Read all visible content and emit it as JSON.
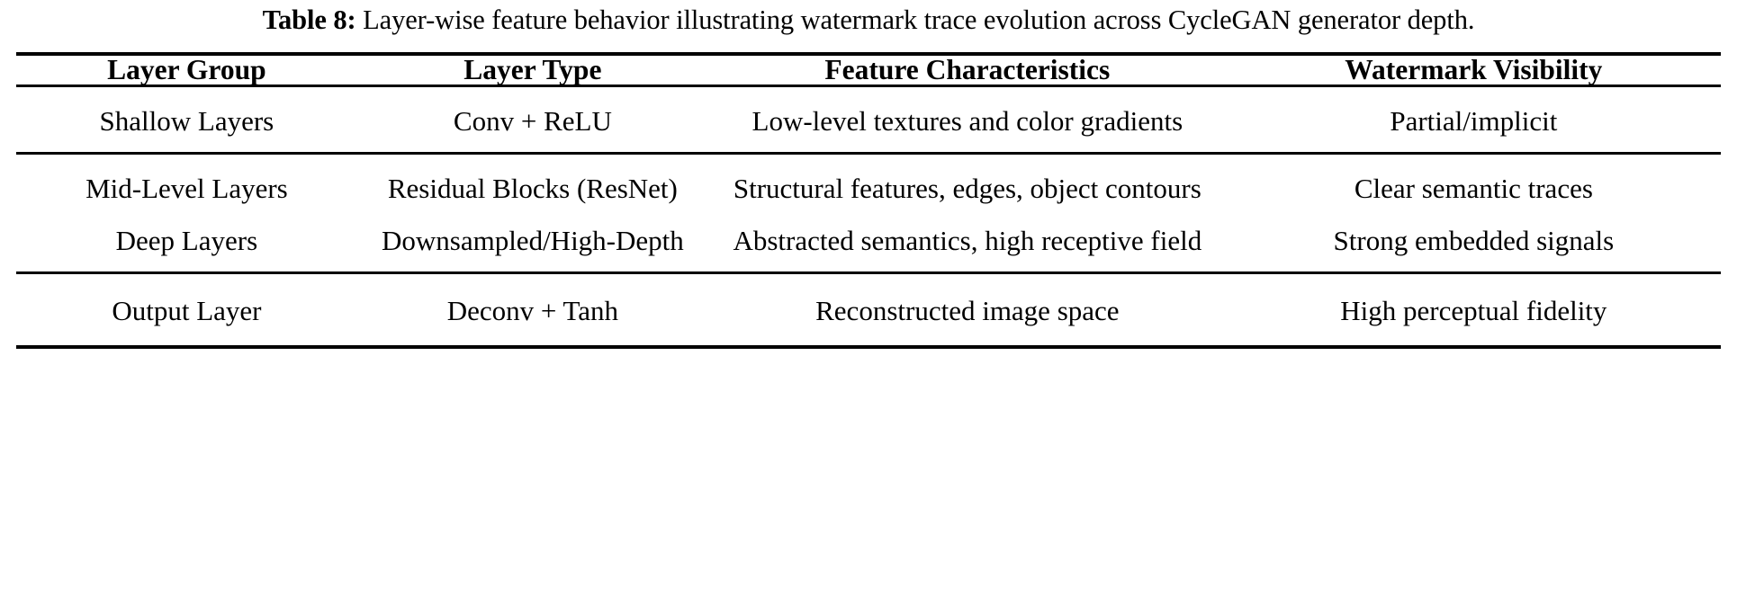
{
  "caption": {
    "label": "Table 8:",
    "text": "Layer-wise feature behavior illustrating watermark trace evolution across CycleGAN generator depth."
  },
  "table": {
    "columns": [
      "Layer Group",
      "Layer Type",
      "Feature Characteristics",
      "Watermark Visibility"
    ],
    "rows": [
      {
        "layer_group": "Shallow Layers",
        "layer_type": "Conv + ReLU",
        "feature_characteristics": "Low-level textures and color gradients",
        "watermark_visibility": "Partial/implicit"
      },
      {
        "layer_group": "Mid-Level Layers",
        "layer_type": "Residual Blocks (ResNet)",
        "feature_characteristics": "Structural features, edges, object contours",
        "watermark_visibility": "Clear semantic traces"
      },
      {
        "layer_group": "Deep Layers",
        "layer_type": "Downsampled/High-Depth",
        "feature_characteristics": "Abstracted semantics, high receptive field",
        "watermark_visibility": "Strong embedded signals"
      },
      {
        "layer_group": "Output Layer",
        "layer_type": "Deconv + Tanh",
        "feature_characteristics": "Reconstructed image space",
        "watermark_visibility": "High perceptual fidelity"
      }
    ]
  },
  "colors": {
    "rule": "#000000",
    "text": "#000000",
    "background": "#ffffff"
  }
}
